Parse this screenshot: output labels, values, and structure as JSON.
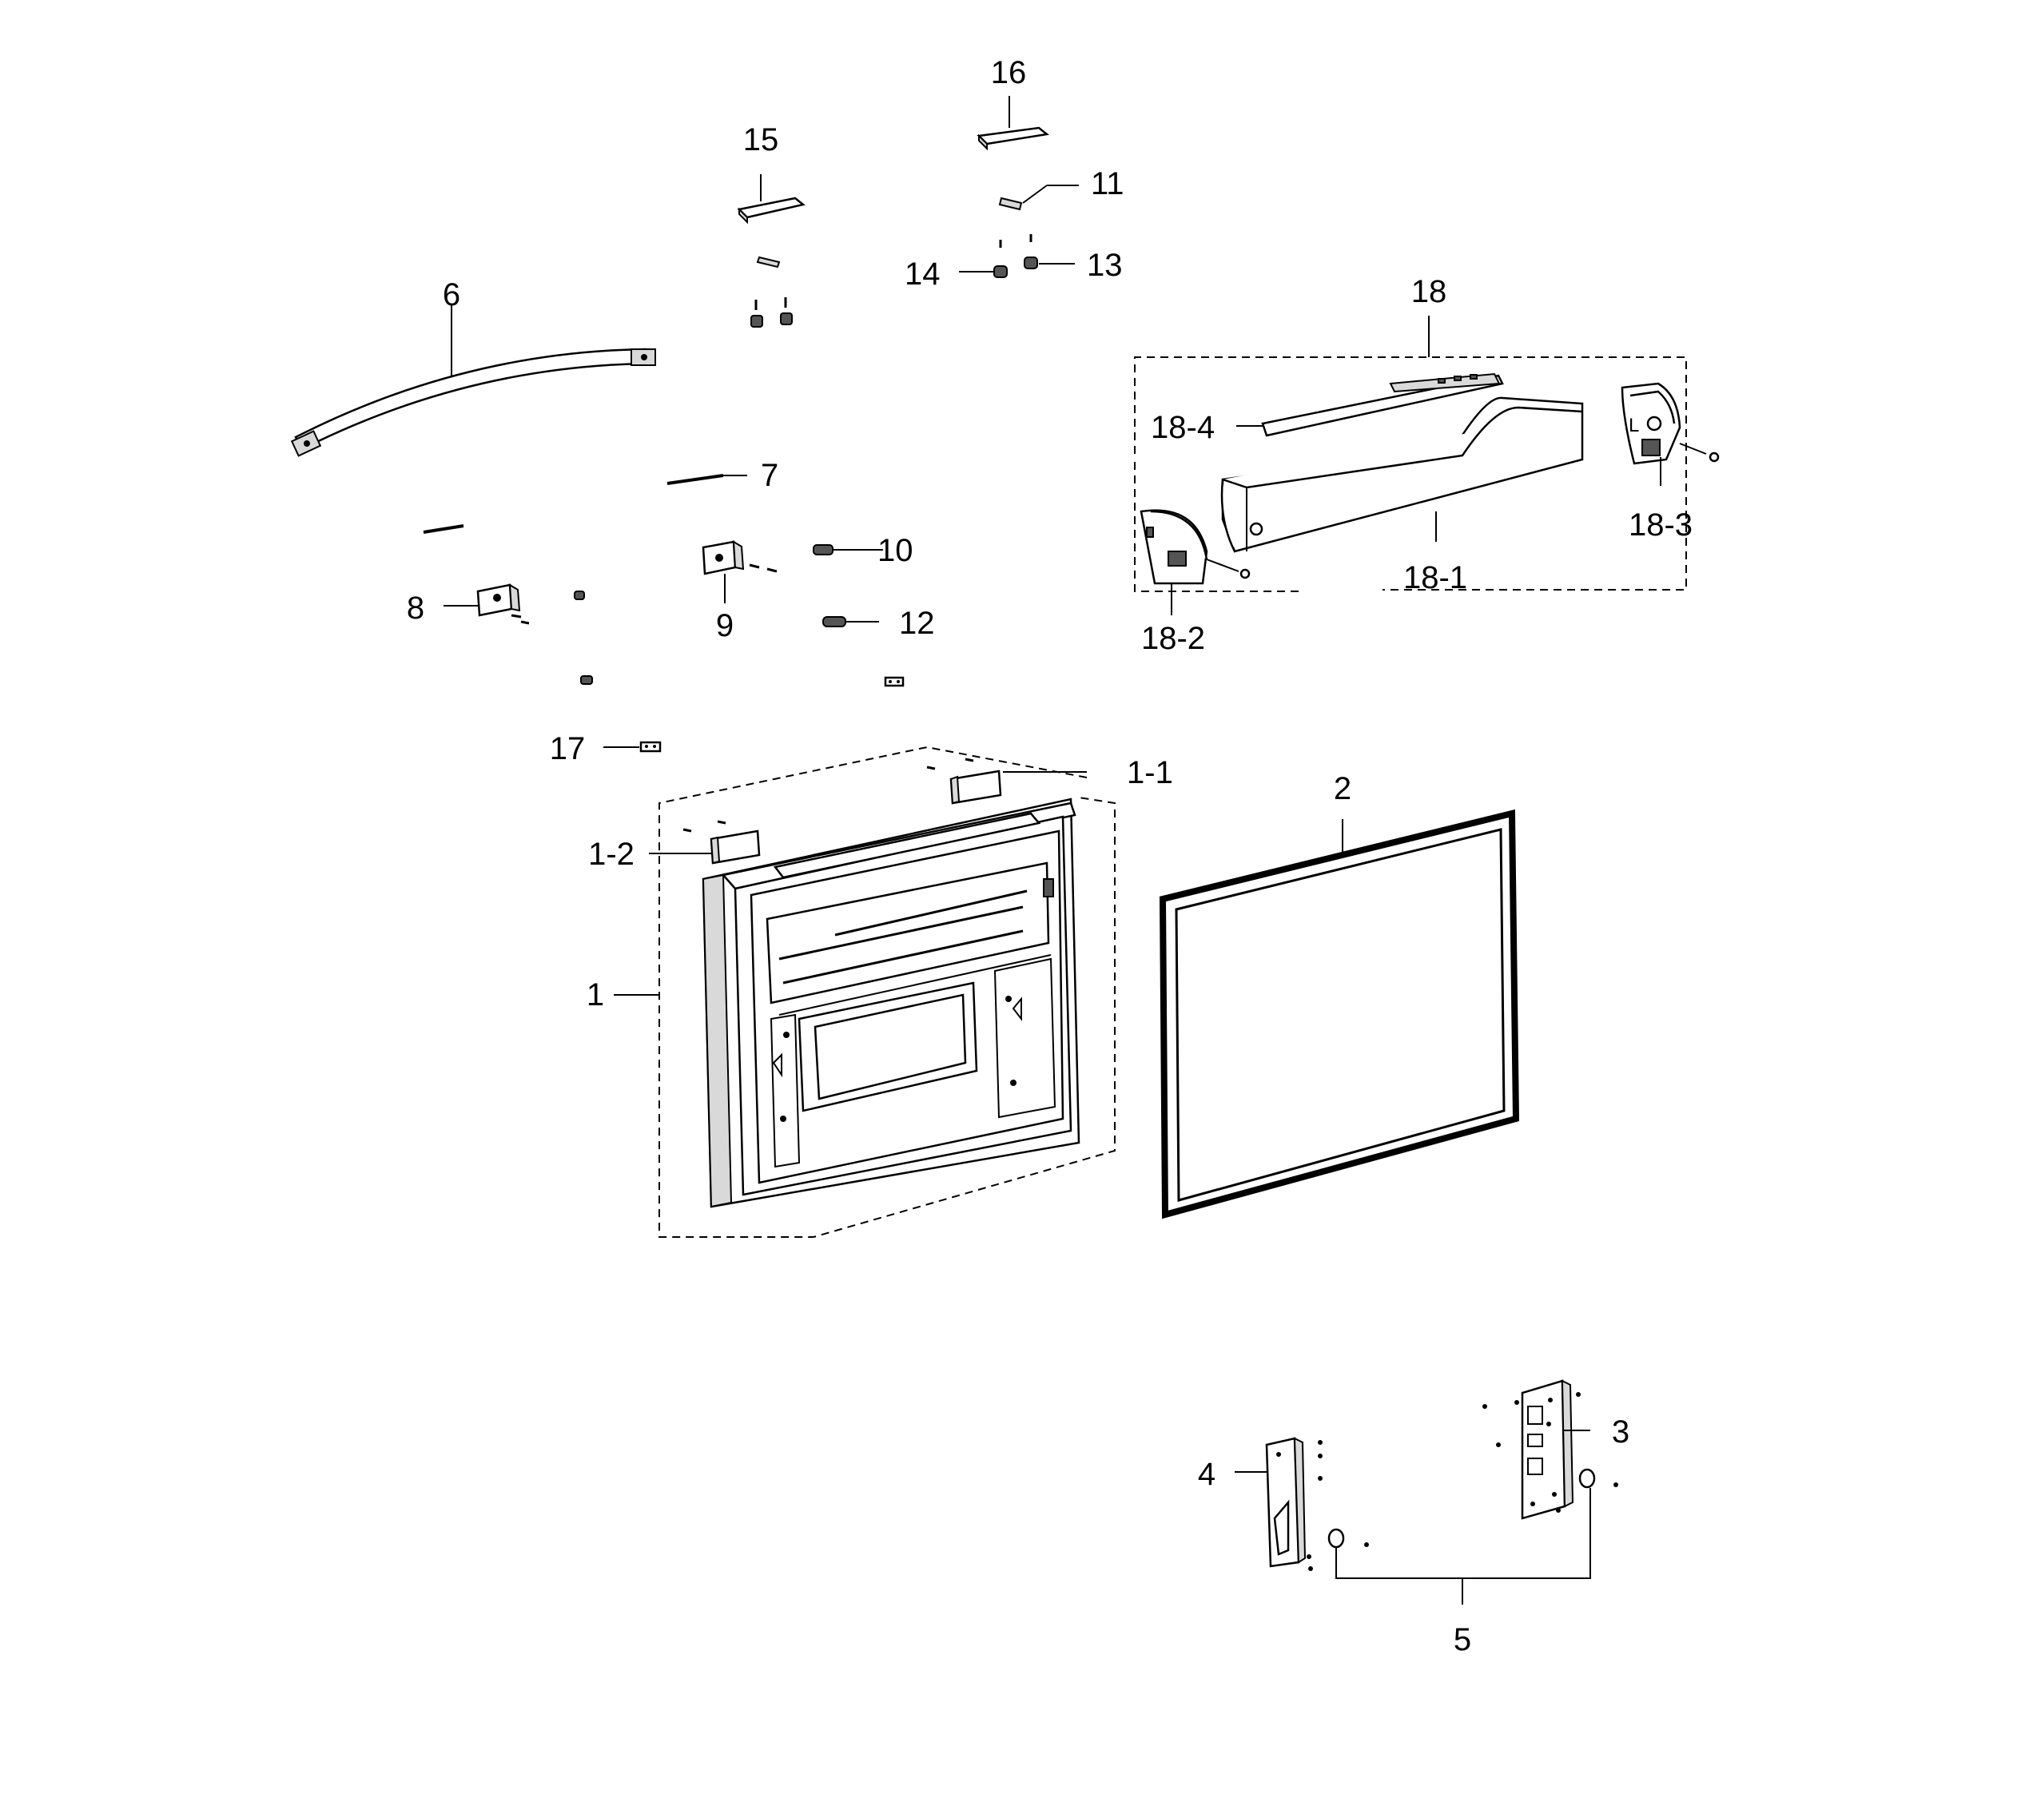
{
  "diagram": {
    "labels": {
      "p1": "1",
      "p1_1": "1-1",
      "p1_2": "1-2",
      "p2": "2",
      "p3": "3",
      "p4": "4",
      "p5": "5",
      "p6": "6",
      "p7": "7",
      "p8": "8",
      "p9": "9",
      "p10": "10",
      "p11": "11",
      "p12": "12",
      "p13": "13",
      "p14": "14",
      "p15": "15",
      "p16": "16",
      "p17": "17",
      "p18": "18",
      "p18_1": "18-1",
      "p18_2": "18-2",
      "p18_3": "18-3",
      "p18_4": "18-4"
    },
    "bin_letter": "L"
  }
}
